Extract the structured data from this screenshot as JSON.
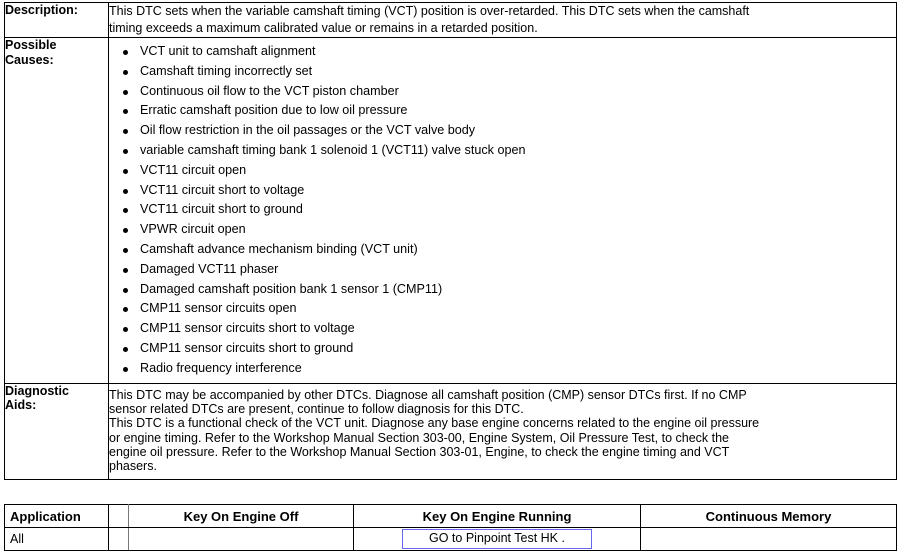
{
  "document": {
    "rows": [
      {
        "label": "Description:"
      },
      {
        "label": "Possible\nCauses:"
      },
      {
        "label": "Diagnostic\nAids:"
      }
    ]
  },
  "description": {
    "label": "Description:",
    "lines": [
      "This DTC sets when the variable camshaft timing (VCT) position is over-retarded. This DTC sets when the camshaft",
      "timing exceeds a maximum calibrated value or remains in a retarded position."
    ]
  },
  "possible_causes": {
    "label": "Possible\nCauses:",
    "items": [
      "VCT unit to camshaft alignment",
      "Camshaft timing incorrectly set",
      "Continuous oil flow to the VCT piston chamber",
      "Erratic camshaft position due to low oil pressure",
      "Oil flow restriction in the oil passages or the VCT valve body",
      "variable camshaft timing bank 1 solenoid 1 (VCT11) valve stuck open",
      "VCT11 circuit open",
      "VCT11 circuit short to voltage",
      "VCT11 circuit short to ground",
      "VPWR circuit open",
      "Camshaft advance mechanism binding (VCT unit)",
      "Damaged VCT11 phaser",
      "Damaged camshaft position bank 1 sensor 1 (CMP11)",
      "CMP11 sensor circuits open",
      "CMP11 sensor circuits short to voltage",
      "CMP11 sensor circuits short to ground",
      "Radio frequency interference"
    ]
  },
  "diagnostic_aids": {
    "label": "Diagnostic\nAids:",
    "lines": [
      "This DTC may be accompanied by other DTCs. Diagnose all camshaft position (CMP) sensor DTCs first. If no CMP",
      "sensor related DTCs are present, continue to follow diagnosis for this DTC.",
      "This DTC is a functional check of the VCT unit. Diagnose any base engine concerns related to the engine oil pressure",
      "or engine timing. Refer to the Workshop Manual Section 303-00, Engine System, Oil Pressure Test, to check the",
      "engine oil pressure. Refer to the Workshop Manual Section 303-01, Engine, to check the engine timing and VCT",
      "phasers."
    ]
  },
  "application_table": {
    "headers": {
      "application": "Application",
      "spacer": "",
      "key_on_engine_off": "Key On Engine Off",
      "key_on_engine_running": "Key On Engine Running",
      "continuous_memory": "Continuous Memory"
    },
    "rows": [
      {
        "application": "All",
        "spacer": "",
        "key_on_engine_off": "",
        "key_on_engine_running": "GO to Pinpoint Test HK .",
        "continuous_memory": ""
      }
    ]
  },
  "colors": {
    "border": "#000000",
    "highlight_border": "#6666ee",
    "text": "#000000",
    "background": "#ffffff"
  }
}
